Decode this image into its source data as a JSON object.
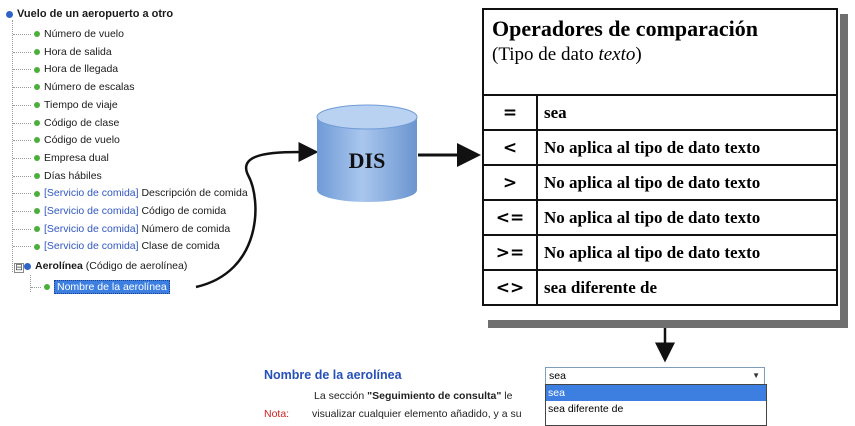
{
  "tree": {
    "root": "Vuelo de un aeropuerto a otro",
    "items": [
      {
        "prefix": "",
        "label": "Número de vuelo"
      },
      {
        "prefix": "",
        "label": "Hora de salida"
      },
      {
        "prefix": "",
        "label": "Hora de llegada"
      },
      {
        "prefix": "",
        "label": "Número de escalas"
      },
      {
        "prefix": "",
        "label": "Tiempo de viaje"
      },
      {
        "prefix": "",
        "label": "Código de clase"
      },
      {
        "prefix": "",
        "label": "Código de vuelo"
      },
      {
        "prefix": "",
        "label": "Empresa dual"
      },
      {
        "prefix": "",
        "label": "Días hábiles"
      },
      {
        "prefix": "[Servicio de comida]",
        "label": " Descripción de comida"
      },
      {
        "prefix": "[Servicio de comida]",
        "label": " Código de comida"
      },
      {
        "prefix": "[Servicio de comida]",
        "label": " Número de comida"
      },
      {
        "prefix": "[Servicio de comida]",
        "label": " Clase de comida"
      }
    ],
    "aerolinea_label": "Aerolínea",
    "aerolinea_suffix": " (Código de aerolínea)",
    "selected_item": "Nombre de la aerolínea",
    "expander": "⊟"
  },
  "cylinder": {
    "label": "DIS"
  },
  "table": {
    "title": "Operadores de comparación",
    "subtitle_prefix": "(Tipo de dato ",
    "subtitle_italic": "texto",
    "subtitle_suffix": ")",
    "rows": [
      {
        "op": "=",
        "desc": "sea"
      },
      {
        "op": "<",
        "desc": "No aplica al tipo de dato texto"
      },
      {
        "op": ">",
        "desc": "No aplica al tipo de dato texto"
      },
      {
        "op": "<=",
        "desc": "No aplica al tipo de dato texto"
      },
      {
        "op": ">=",
        "desc": "No aplica al tipo de dato texto"
      },
      {
        "op": "<>",
        "desc": "sea diferente de"
      }
    ]
  },
  "form": {
    "field_label": "Nombre de la aerolínea",
    "section_prefix": "La sección ",
    "section_bold": "\"Seguimiento de consulta\"",
    "section_suffix": " le",
    "nota_label": "Nota:",
    "line2": "visualizar cualquier elemento añadido, y a su",
    "select_value": "sea",
    "options": [
      "sea",
      "sea diferente de"
    ]
  },
  "colors": {
    "leaf_dot": "#4caf3c",
    "root_dot": "#2f63c8",
    "blue_text": "#3057c0",
    "selection": "#3d7fe0",
    "nota": "#d22020",
    "cylinder": "#8fb4e4"
  }
}
